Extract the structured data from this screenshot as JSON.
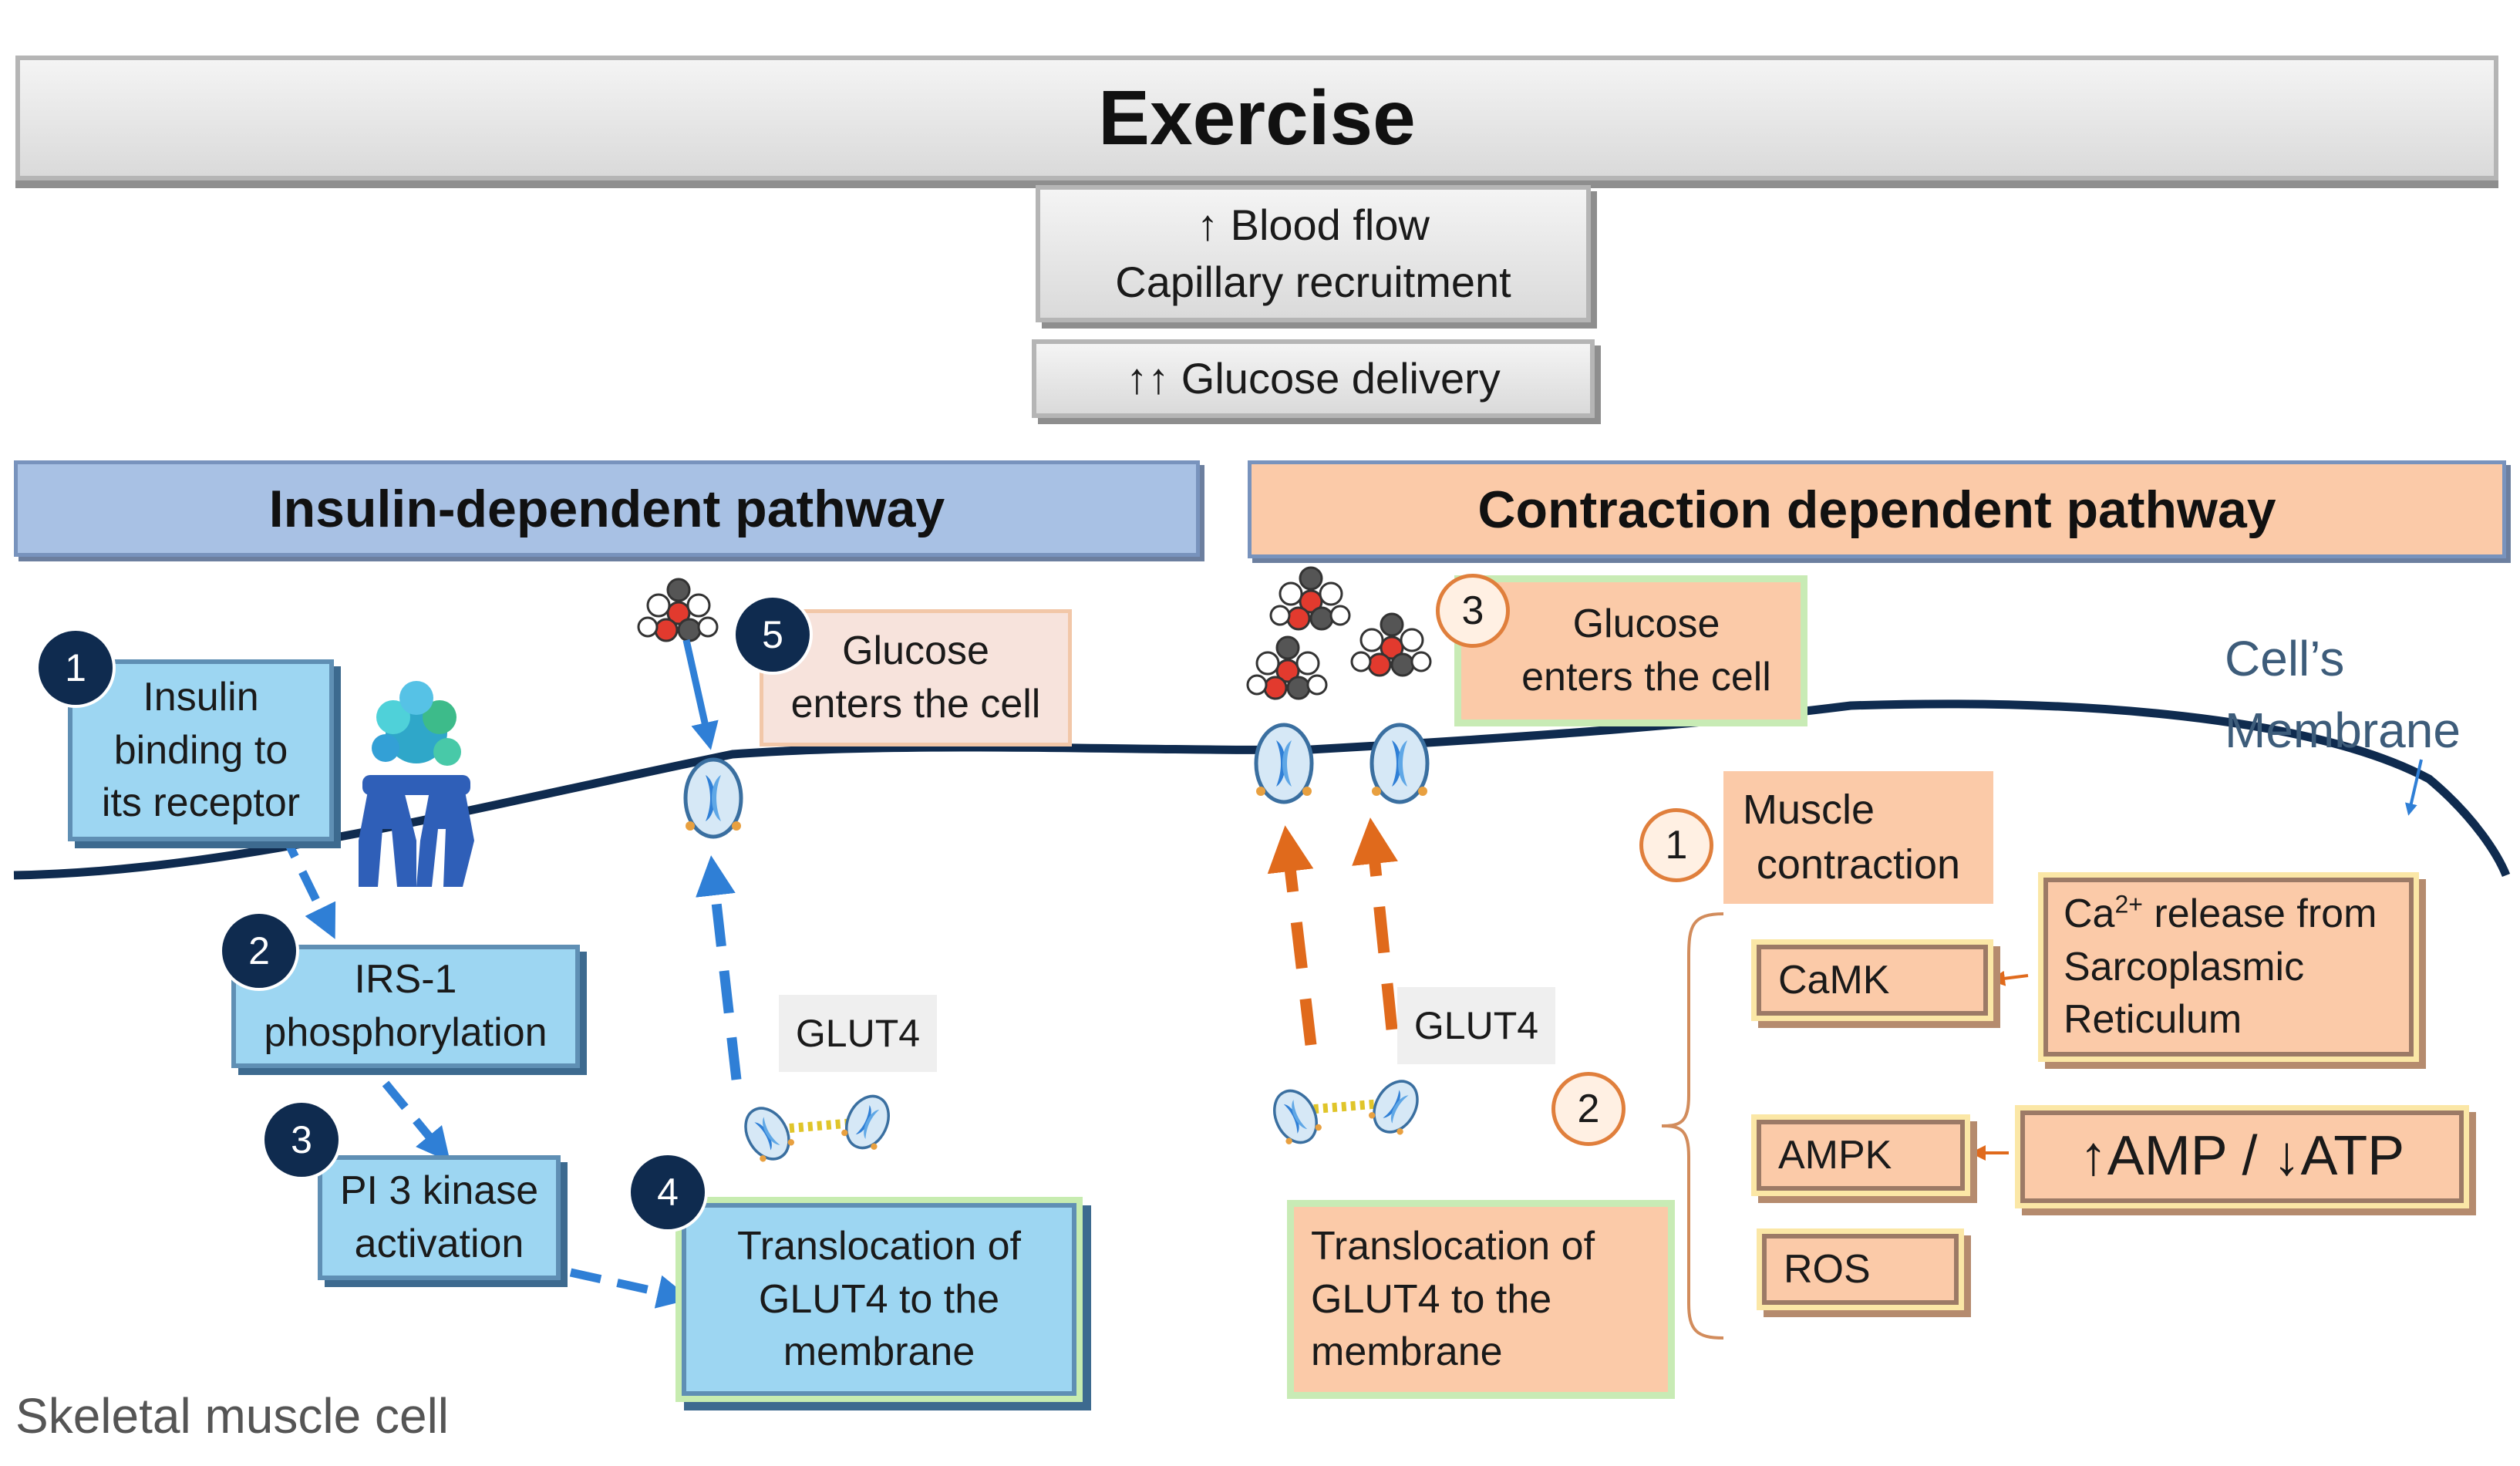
{
  "title": "Exercise",
  "blood_box": {
    "line1": "↑ Blood flow",
    "line2": "Capillary recruitment"
  },
  "glucose_delivery": "↑↑ Glucose delivery",
  "insulin_pathway": {
    "header": "Insulin-dependent pathway",
    "step1": {
      "num": "1",
      "lines": [
        "Insulin",
        "binding to",
        "its receptor"
      ]
    },
    "step2": {
      "num": "2",
      "lines": [
        "IRS-1",
        "phosphorylation"
      ]
    },
    "step3": {
      "num": "3",
      "lines": [
        "PI 3 kinase",
        "activation"
      ]
    },
    "step4": {
      "num": "4",
      "lines": [
        "Translocation of",
        "GLUT4 to the",
        "membrane"
      ]
    },
    "step5": {
      "num": "5",
      "lines": [
        "Glucose",
        "enters the cell"
      ]
    },
    "glut4_label": "GLUT4"
  },
  "contraction_pathway": {
    "header": "Contraction dependent pathway",
    "step1": {
      "num": "1",
      "lines": [
        "Muscle",
        "contraction"
      ]
    },
    "step2": {
      "num": "2"
    },
    "step3": {
      "num": "3",
      "lines": [
        "Glucose",
        "enters  the cell"
      ]
    },
    "camk": "CaMK",
    "ampk": "AMPK",
    "ros": "ROS",
    "calcium": {
      "ca": "Ca",
      "sup": "2+",
      "rest1": " release from",
      "line2": "Sarcoplasmic",
      "line3": "Reticulum"
    },
    "amp_atp": "↑AMP / ↓ATP",
    "translocation": [
      "Translocation of",
      "GLUT4 to the",
      "membrane"
    ],
    "glut4_label": "GLUT4"
  },
  "membrane_label": {
    "line1": "Cell’s",
    "line2": "Membrane"
  },
  "cell_label": "Skeletal muscle cell",
  "colors": {
    "membrane": "#0f2b4f",
    "blue_arrow": "#2f7fd6",
    "orange_arrow": "#e06a1c",
    "blue_box": "#9dd6f2",
    "peach_box": "#fbcaa8"
  }
}
